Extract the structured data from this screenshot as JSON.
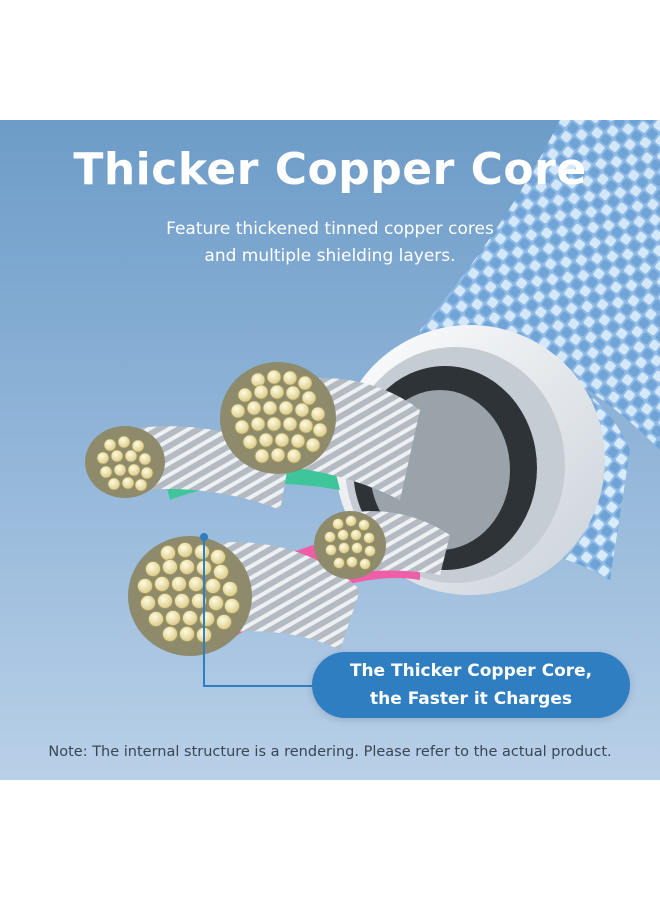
{
  "banner": {
    "title": "Thicker Copper Core",
    "subtitle_line1": "Feature thickened tinned copper cores",
    "subtitle_line2": "and multiple shielding layers.",
    "callout_line1": "The Thicker Copper Core,",
    "callout_line2": "the Faster it Charges",
    "note": "Note: The internal structure is a rendering. Please refer to the actual product."
  },
  "colors": {
    "background_top": "#6d9cc8",
    "background_bottom": "#b9d0e8",
    "callout": "#2f7ec2",
    "braid": "#a9cdee",
    "copper_strand": "#f1e7b2",
    "wire_green": "#3ec59a",
    "wire_pink": "#ee5fa7"
  },
  "icons": [
    "braided-cable-illustration",
    "copper-core-strand-illustration"
  ]
}
